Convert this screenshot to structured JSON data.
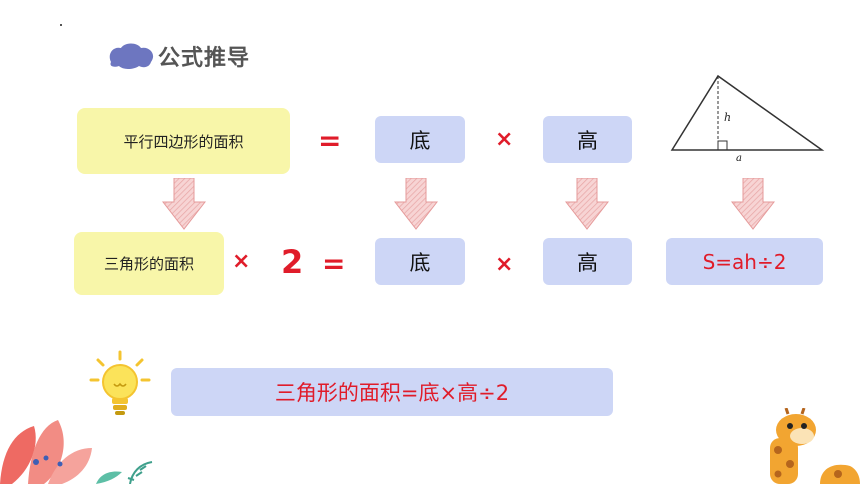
{
  "header": {
    "title": "公式推导"
  },
  "row1": {
    "left_label": "平行四边形的面积",
    "equals": "=",
    "base": "底",
    "times": "×",
    "height": "高"
  },
  "triangle": {
    "h_label": "h",
    "a_label": "a"
  },
  "row2": {
    "left_label": "三角形的面积",
    "times": "×",
    "two": "2",
    "equals": "=",
    "base": "底",
    "times2": "×",
    "height": "高",
    "formula": "S=ah÷2"
  },
  "conclusion": {
    "text": "三角形的面积=底×高÷2"
  },
  "colors": {
    "accent_red": "#e01c2a",
    "blue_box": "#cdd6f6",
    "yellow_box": "#f8f6a9",
    "arrow_pink": "#f2b8b8"
  }
}
